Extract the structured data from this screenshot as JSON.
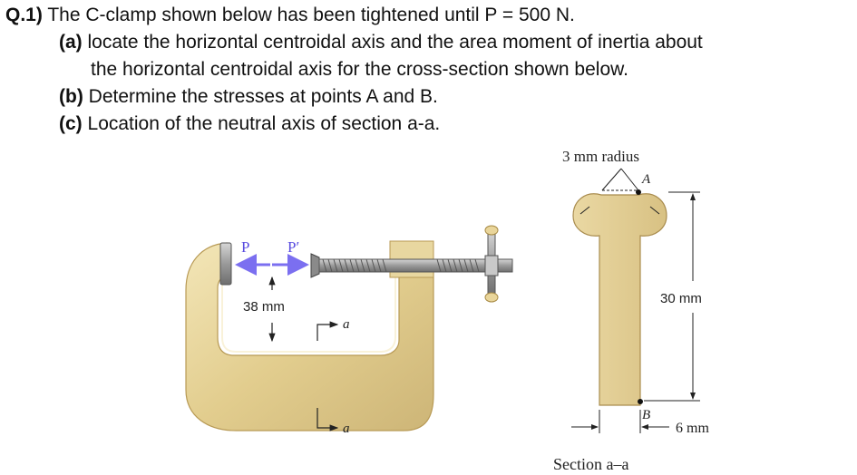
{
  "question": {
    "number": "Q.1)",
    "intro": "The C-clamp shown below has been tightened until P = 500 N.",
    "part_a_tag": "(a)",
    "part_a_line1": "locate the horizontal centroidal axis and the area moment of inertia about",
    "part_a_line2": "the horizontal centroidal axis for the cross-section shown below.",
    "part_b_tag": "(b)",
    "part_b": "Determine the stresses at points A and B.",
    "part_c_tag": "(c)",
    "part_c": "Location of the neutral axis of section a-a."
  },
  "figure": {
    "label_P": "P",
    "label_P_prime": "P′",
    "dim_38": "38 mm",
    "section_mark_top": "a",
    "section_mark_bottom": "a",
    "radius_label": "3 mm radius",
    "point_A": "A",
    "point_B": "B",
    "dim_30": "30 mm",
    "dim_6": "6 mm",
    "section_caption": "Section a–a",
    "colors": {
      "clamp_body": "#e6d39a",
      "clamp_shadow": "#c9b06b",
      "screw": "#a9a9a9",
      "arrow": "#7b6ff0"
    }
  }
}
